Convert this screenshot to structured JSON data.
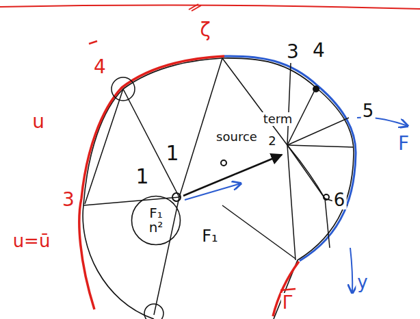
{
  "diagram": {
    "nodes": [
      {
        "text": [
          "F₁",
          "n²"
        ]
      }
    ],
    "edges": [],
    "labels": [
      "ζ",
      "4",
      "u",
      "3",
      "u=ū",
      "1",
      "1",
      "source",
      "term",
      "2",
      "F₁",
      "3",
      "4",
      "5",
      "F",
      "6",
      "y",
      "Γ"
    ]
  }
}
